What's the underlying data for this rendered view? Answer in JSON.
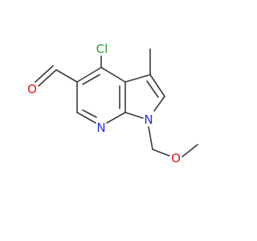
{
  "molecule": {
    "atoms": {
      "oxygen_aldehyde": {
        "symbol": "O",
        "color": "#e8121a"
      },
      "chlorine": {
        "symbol": "Cl",
        "color": "#2aa32a"
      },
      "nitrogen_pyridine": {
        "symbol": "N",
        "color": "#2431e0"
      },
      "nitrogen_pyrrole": {
        "symbol": "N",
        "color": "#2431e0"
      },
      "oxygen_ether": {
        "symbol": "O",
        "color": "#e8121a"
      }
    },
    "bond_color": "#3a3a3a"
  }
}
